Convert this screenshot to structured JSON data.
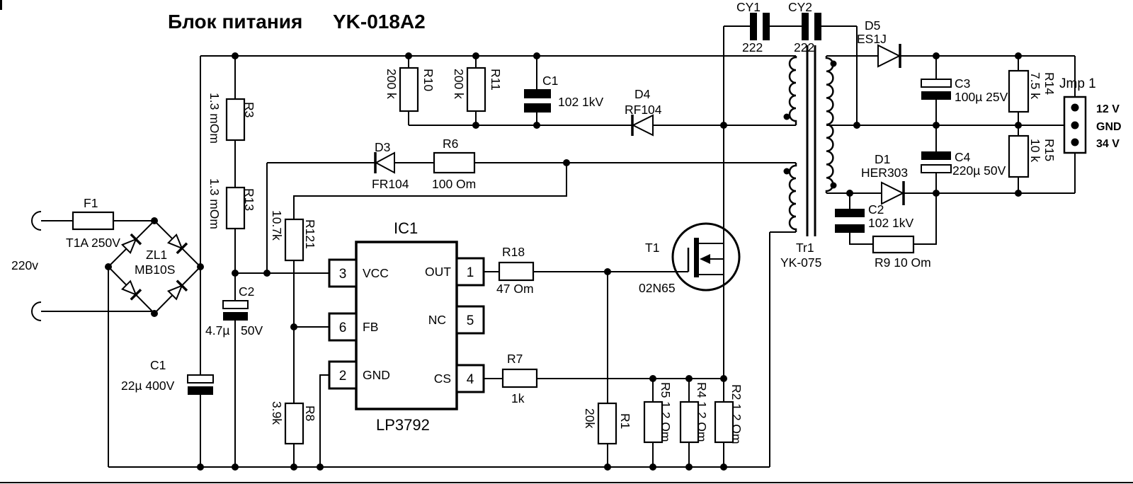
{
  "title": {
    "text": "Блок питания",
    "model": "YK-018A2",
    "color": "#8b1b1b"
  },
  "input": {
    "voltage": "220v"
  },
  "components": {
    "f1": {
      "ref": "F1",
      "value": "T1A 250V"
    },
    "zl1": {
      "ref": "ZL1",
      "value": "MB10S"
    },
    "c1_bulk": {
      "ref": "C1",
      "value": "22µ  400V"
    },
    "c2_vcc": {
      "ref": "C2",
      "value": "4.7µ",
      "voltage": "50V"
    },
    "r3": {
      "ref": "R3",
      "value": "1.3 mOm"
    },
    "r13": {
      "ref": "R13",
      "value": "1.3 mOm"
    },
    "r10": {
      "ref": "R10",
      "value": "200 k"
    },
    "r11": {
      "ref": "R11",
      "value": "200 k"
    },
    "c1_snub": {
      "ref": "C1",
      "value": "102  1kV"
    },
    "d4": {
      "ref": "D4",
      "value": "RF104"
    },
    "d3": {
      "ref": "D3",
      "value": "FR104"
    },
    "r6": {
      "ref": "R6",
      "value": "100 Om"
    },
    "r121": {
      "ref": "R121",
      "value": "10.7k"
    },
    "r8": {
      "ref": "R8",
      "value": "3.9k"
    },
    "ic1": {
      "ref": "IC1",
      "part": "LP3792"
    },
    "r18": {
      "ref": "R18",
      "value": "47 Om"
    },
    "r7": {
      "ref": "R7",
      "value": "1k"
    },
    "r1": {
      "ref": "R1",
      "value": "20k"
    },
    "r5": {
      "label": "R5  1.2 Om"
    },
    "r4": {
      "label": "R4  1.2 Om"
    },
    "r2": {
      "label": "R2  1.2 Om"
    },
    "t1": {
      "ref": "T1",
      "part": "02N65"
    },
    "tr1": {
      "ref": "Tr1",
      "part": "YK-075"
    },
    "cy1": {
      "ref": "CY1",
      "value": "222"
    },
    "cy2": {
      "ref": "CY2",
      "value": "222"
    },
    "d5": {
      "ref": "D5",
      "value": "ES1J"
    },
    "c3": {
      "ref": "C3",
      "value": "100µ  25V"
    },
    "c4": {
      "ref": "C4",
      "value": "220µ  50V"
    },
    "d1": {
      "ref": "D1",
      "value": "HER303"
    },
    "c2_snub": {
      "ref": "C2",
      "value": "102  1kV"
    },
    "r9": {
      "label": "R9  10 Om"
    },
    "r14": {
      "ref": "R14",
      "value": "7.5 k"
    },
    "r15": {
      "ref": "R15",
      "value": "10 k"
    }
  },
  "ic_pins": {
    "vcc": {
      "num": "3",
      "name": "VCC"
    },
    "fb": {
      "num": "6",
      "name": "FB"
    },
    "gnd": {
      "num": "2",
      "name": "GND"
    },
    "out": {
      "num": "1",
      "name": "OUT"
    },
    "nc": {
      "num": "5",
      "name": "NC"
    },
    "cs": {
      "num": "4",
      "name": "CS"
    }
  },
  "connector": {
    "label": "Jmp 1",
    "pin1": "12 V",
    "pin2": "GND",
    "pin3": "34 V"
  }
}
